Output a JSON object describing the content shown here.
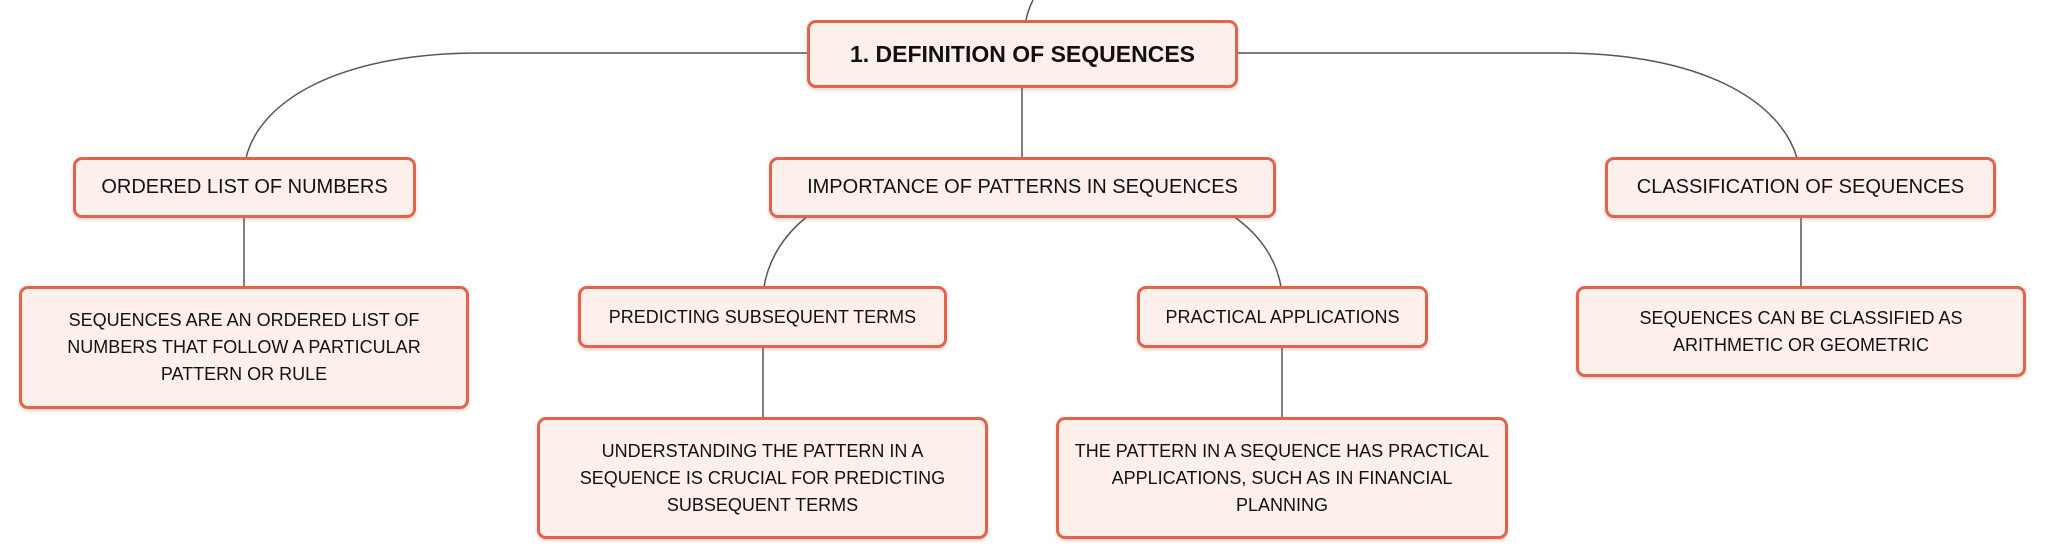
{
  "colors": {
    "node_fill": "#fdf0eb",
    "node_border": "#e2624b",
    "connector": "#555555",
    "text": "#111111"
  },
  "root": {
    "label": "1. DEFINITION OF SEQUENCES"
  },
  "branches": [
    {
      "label": "ORDERED LIST OF NUMBERS",
      "detail": "SEQUENCES ARE AN ORDERED LIST OF NUMBERS THAT FOLLOW A PARTICULAR PATTERN OR RULE"
    },
    {
      "label": "IMPORTANCE OF PATTERNS IN SEQUENCES",
      "children": [
        {
          "label": "PREDICTING SUBSEQUENT TERMS",
          "detail": "UNDERSTANDING THE PATTERN IN A SEQUENCE IS CRUCIAL FOR PREDICTING SUBSEQUENT TERMS"
        },
        {
          "label": "PRACTICAL APPLICATIONS",
          "detail": "THE PATTERN IN A SEQUENCE HAS PRACTICAL APPLICATIONS, SUCH AS IN FINANCIAL PLANNING"
        }
      ]
    },
    {
      "label": "CLASSIFICATION OF SEQUENCES",
      "detail": "SEQUENCES CAN BE CLASSIFIED AS ARITHMETIC OR GEOMETRIC"
    }
  ]
}
